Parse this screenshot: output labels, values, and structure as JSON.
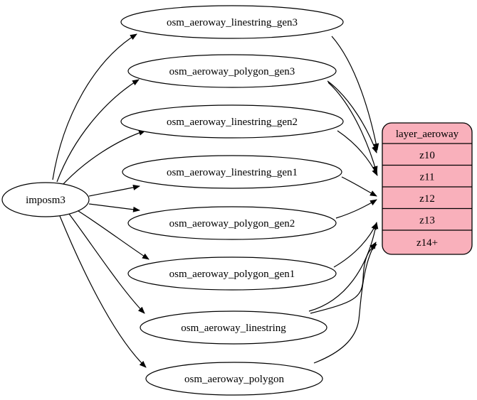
{
  "diagram": {
    "background": "#ffffff",
    "stroke_color": "#000000",
    "source": {
      "label": "imposm3"
    },
    "tables": [
      {
        "label": "osm_aeroway_linestring_gen3"
      },
      {
        "label": "osm_aeroway_polygon_gen3"
      },
      {
        "label": "osm_aeroway_linestring_gen2"
      },
      {
        "label": "osm_aeroway_linestring_gen1"
      },
      {
        "label": "osm_aeroway_polygon_gen2"
      },
      {
        "label": "osm_aeroway_polygon_gen1"
      },
      {
        "label": "osm_aeroway_linestring"
      },
      {
        "label": "osm_aeroway_polygon"
      }
    ],
    "layer": {
      "title": "layer_aeroway",
      "fill": "#f9b0bb",
      "rows": [
        {
          "label": "z10"
        },
        {
          "label": "z11"
        },
        {
          "label": "z12"
        },
        {
          "label": "z13"
        },
        {
          "label": "z14+"
        }
      ]
    },
    "edges": {
      "from_source": [
        {
          "from": "imposm3",
          "to": "osm_aeroway_linestring_gen3"
        },
        {
          "from": "imposm3",
          "to": "osm_aeroway_polygon_gen3"
        },
        {
          "from": "imposm3",
          "to": "osm_aeroway_linestring_gen2"
        },
        {
          "from": "imposm3",
          "to": "osm_aeroway_linestring_gen1"
        },
        {
          "from": "imposm3",
          "to": "osm_aeroway_polygon_gen2"
        },
        {
          "from": "imposm3",
          "to": "osm_aeroway_polygon_gen1"
        },
        {
          "from": "imposm3",
          "to": "osm_aeroway_linestring"
        },
        {
          "from": "imposm3",
          "to": "osm_aeroway_polygon"
        }
      ],
      "to_layer": [
        {
          "from": "osm_aeroway_linestring_gen3",
          "to": "z10"
        },
        {
          "from": "osm_aeroway_polygon_gen3",
          "to": "z10"
        },
        {
          "from": "osm_aeroway_polygon_gen3",
          "to": "z11"
        },
        {
          "from": "osm_aeroway_linestring_gen2",
          "to": "z11"
        },
        {
          "from": "osm_aeroway_linestring_gen1",
          "to": "z12"
        },
        {
          "from": "osm_aeroway_polygon_gen2",
          "to": "z12"
        },
        {
          "from": "osm_aeroway_polygon_gen1",
          "to": "z13"
        },
        {
          "from": "osm_aeroway_linestring",
          "to": "z13"
        },
        {
          "from": "osm_aeroway_linestring",
          "to": "z14+"
        },
        {
          "from": "osm_aeroway_polygon",
          "to": "z14+"
        }
      ]
    }
  }
}
